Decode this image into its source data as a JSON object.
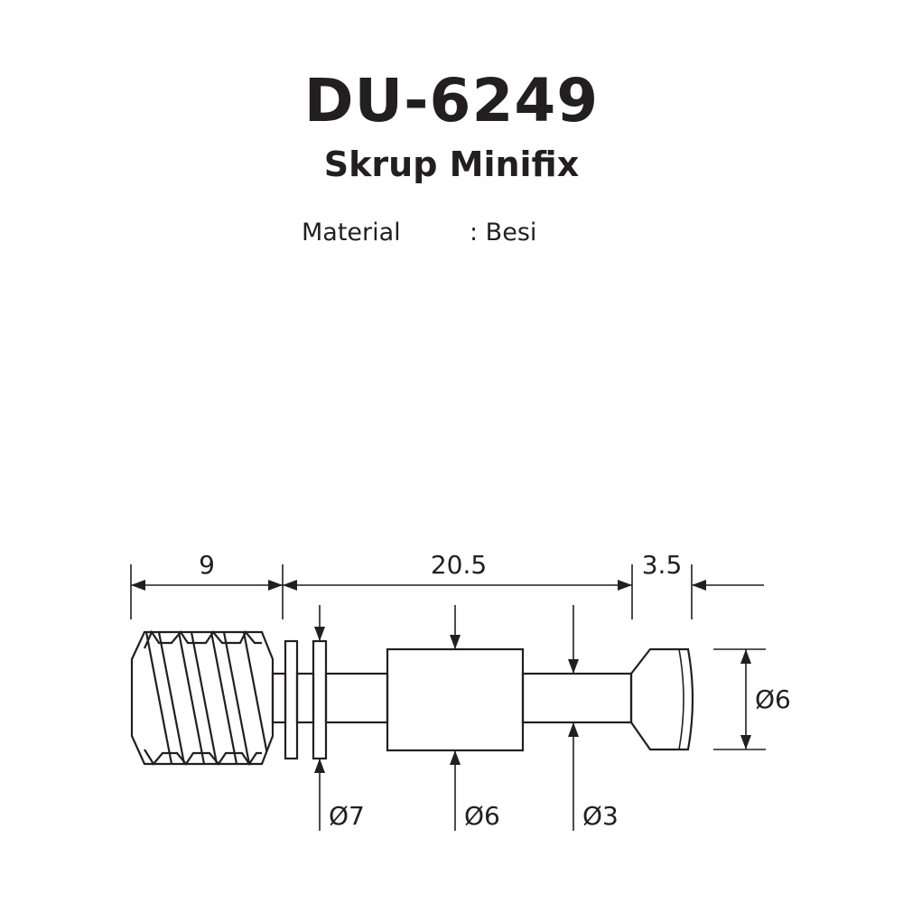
{
  "header": {
    "code": "DU-6249",
    "name": "Skrup Minifix",
    "material_label": "Material",
    "material_value": ": Besi"
  },
  "dimensions": {
    "thread_length": "9",
    "body_length": "20.5",
    "head_length": "3.5",
    "head_diameter": "Ø6",
    "flange_diameter": "Ø7",
    "body_diameter": "Ø6",
    "neck_diameter": "Ø3"
  },
  "colors": {
    "line": "#231f20",
    "background": "#ffffff"
  }
}
